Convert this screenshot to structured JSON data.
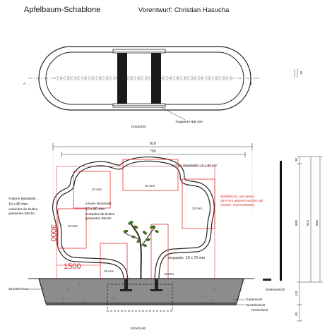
{
  "header": {
    "title": "Apfelbaum-Schablone",
    "subtitle": "Vorentwurf: Christian Hasucha"
  },
  "plan_view": {
    "label_a": "A",
    "label_b": "B",
    "support_label": "Tragwerk HEB 300",
    "caption": "Draufsicht",
    "right_dim": "10"
  },
  "section_view": {
    "dim_top_outer": "810",
    "dim_top_inner": "750",
    "dim_10mm_a": "10 mm",
    "dim_10mm_b": "10 mm",
    "dim_10mm_c": "10 mm",
    "dim_10mm_d": "10 mm",
    "dim_15mm_a": "15 mm",
    "dim_15mm_b": "15 mm",
    "stegstaerke_top": "Stegstärke: 10 x 80 mm",
    "stegstaerke_bottom_label": "Stegstärke",
    "stegstaerke_bottom_value": "10 x 70 mm",
    "outer_band_1": "Äußerer Bandstahl,",
    "outer_band_2": "10 x 80 mm",
    "outer_band_3": "verbindet die beiden",
    "outer_band_4": "gelaserten Bleche",
    "inner_band_1": "Innerer Bandstahl,",
    "inner_band_2": "10 x 80 mm",
    "inner_band_3": "verbindet die beiden",
    "inner_band_4": "gelaserten Bleche",
    "red_note_1": "Stahlbleche, aus denen",
    "red_note_2": "die Form gelasert werden soll",
    "red_note_3": "(Vorder- und Rückseite)",
    "red_height": "3000",
    "red_width": "1500",
    "wurzelschutz_left": "Wurzelschutz",
    "gartenerde": "Gartenerde",
    "wurzelschutz_right": "Wurzelschutz",
    "kiesschicht": "Kiesschicht",
    "caption": "Schnitt AB",
    "seitenansicht": "Seitenansicht",
    "dim_right_30": "30",
    "dim_right_600": "600",
    "dim_right_610": "610",
    "dim_right_650": "650",
    "dim_right_120": "120",
    "dim_right_40": "40"
  }
}
